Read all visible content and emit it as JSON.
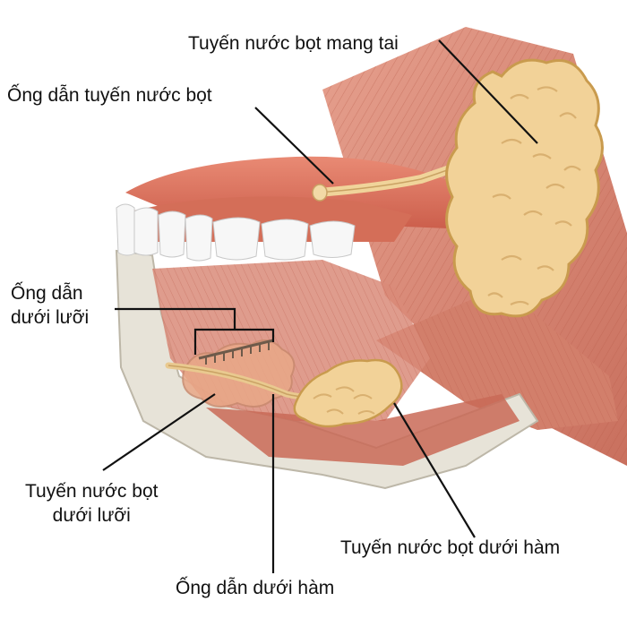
{
  "labels": {
    "parotid_gland": "Tuyến nước bọt mang tai",
    "salivary_duct": "Ống dẫn tuyến nước bọt",
    "sublingual_duct": {
      "line1": "Ống dẫn",
      "line2": "dưới lưỡi"
    },
    "sublingual_gland": {
      "line1": "Tuyến nước bọt",
      "line2": "dưới lưỡi"
    },
    "submandibular_gland": "Tuyến nước bọt dưới hàm",
    "submandibular_duct": "Ống dẫn dưới hàm"
  },
  "colors": {
    "gland": "#f2d298",
    "gland_outline": "#c99b4e",
    "muscle": "#d98a78",
    "muscle_dark": "#b8604f",
    "gum": "#e07863",
    "tooth": "#f7f7f7",
    "bone": "#e6e2d8",
    "leader_line": "#111111"
  }
}
